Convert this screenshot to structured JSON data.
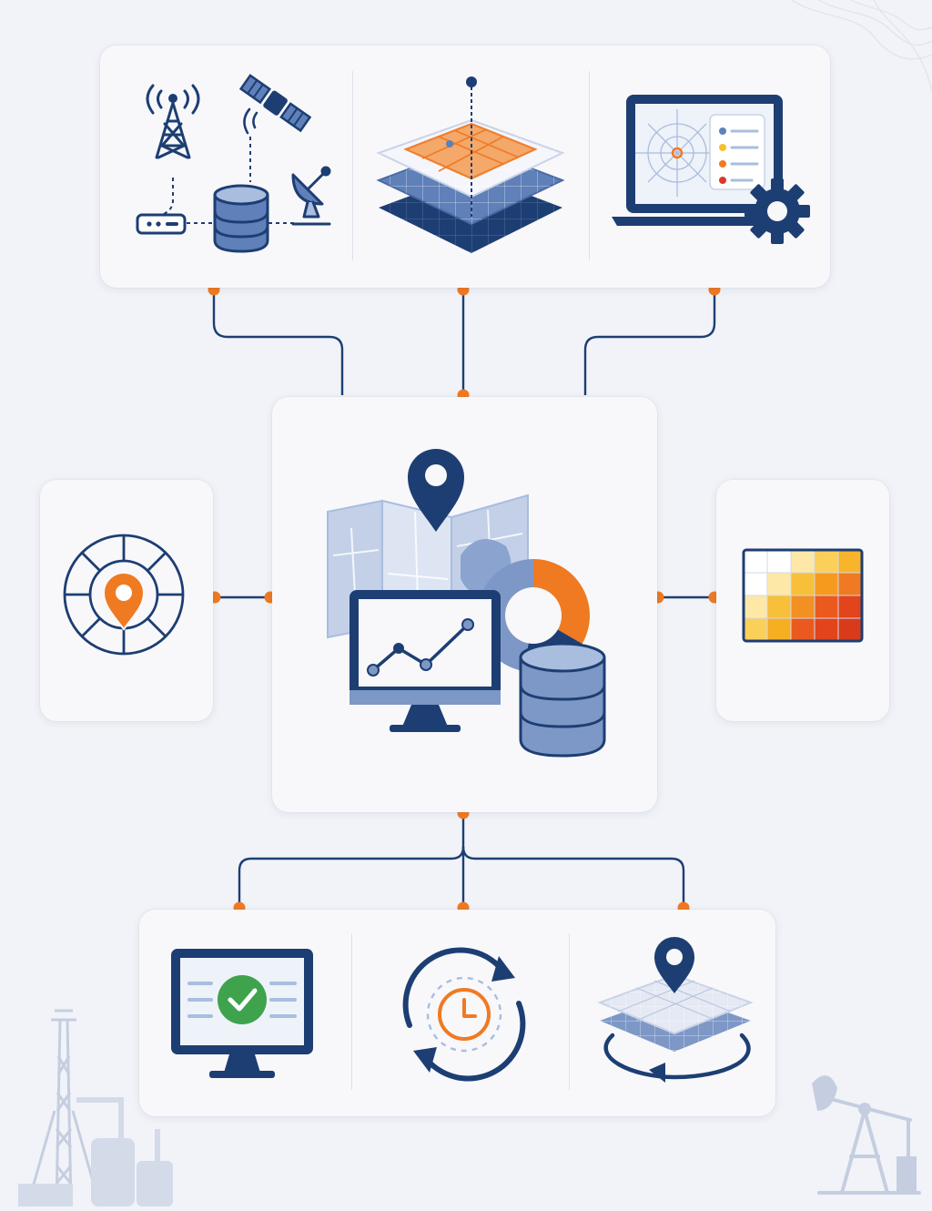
{
  "colors": {
    "navy": "#1d3e73",
    "blue_mid": "#5f80b8",
    "blue_light": "#a9bddf",
    "orange": "#f07a22",
    "green": "#3fa34d",
    "red": "#d73a2b",
    "yellow": "#f6c02a",
    "background": "#f1f3f8",
    "card": "#f8f8fa"
  },
  "icons": {
    "top": [
      "cell-tower-icon",
      "satellite-icon",
      "router-icon",
      "database-icon",
      "satellite-dish-icon",
      "layer-stack-icon",
      "laptop-settings-icon"
    ],
    "left": "target-location-icon",
    "center": [
      "map-pin-icon",
      "folded-map-icon",
      "donut-chart-icon",
      "monitor-line-chart-icon",
      "database-icon"
    ],
    "right": "heatmap-grid-icon",
    "bottom": [
      "monitor-check-icon",
      "clock-refresh-icon",
      "rotating-map-layers-icon"
    ]
  },
  "chart_data": {
    "type": "flowchart",
    "nodes": [
      {
        "id": "top",
        "icons": [
          "cell-tower-icon",
          "satellite-icon",
          "router-icon",
          "database-icon",
          "satellite-dish-icon",
          "layer-stack-icon",
          "laptop-settings-icon"
        ]
      },
      {
        "id": "center",
        "icons": [
          "map-pin-icon",
          "folded-map-icon",
          "donut-chart-icon",
          "monitor-line-chart-icon",
          "database-icon"
        ]
      },
      {
        "id": "left",
        "icons": [
          "target-location-icon"
        ]
      },
      {
        "id": "right",
        "icons": [
          "heatmap-grid-icon"
        ]
      },
      {
        "id": "bottom",
        "icons": [
          "monitor-check-icon",
          "clock-refresh-icon",
          "rotating-map-layers-icon"
        ]
      }
    ],
    "edges": [
      {
        "from": "top",
        "to": "center"
      },
      {
        "from": "center",
        "to": "left"
      },
      {
        "from": "center",
        "to": "right"
      },
      {
        "from": "center",
        "to": "bottom"
      }
    ]
  }
}
